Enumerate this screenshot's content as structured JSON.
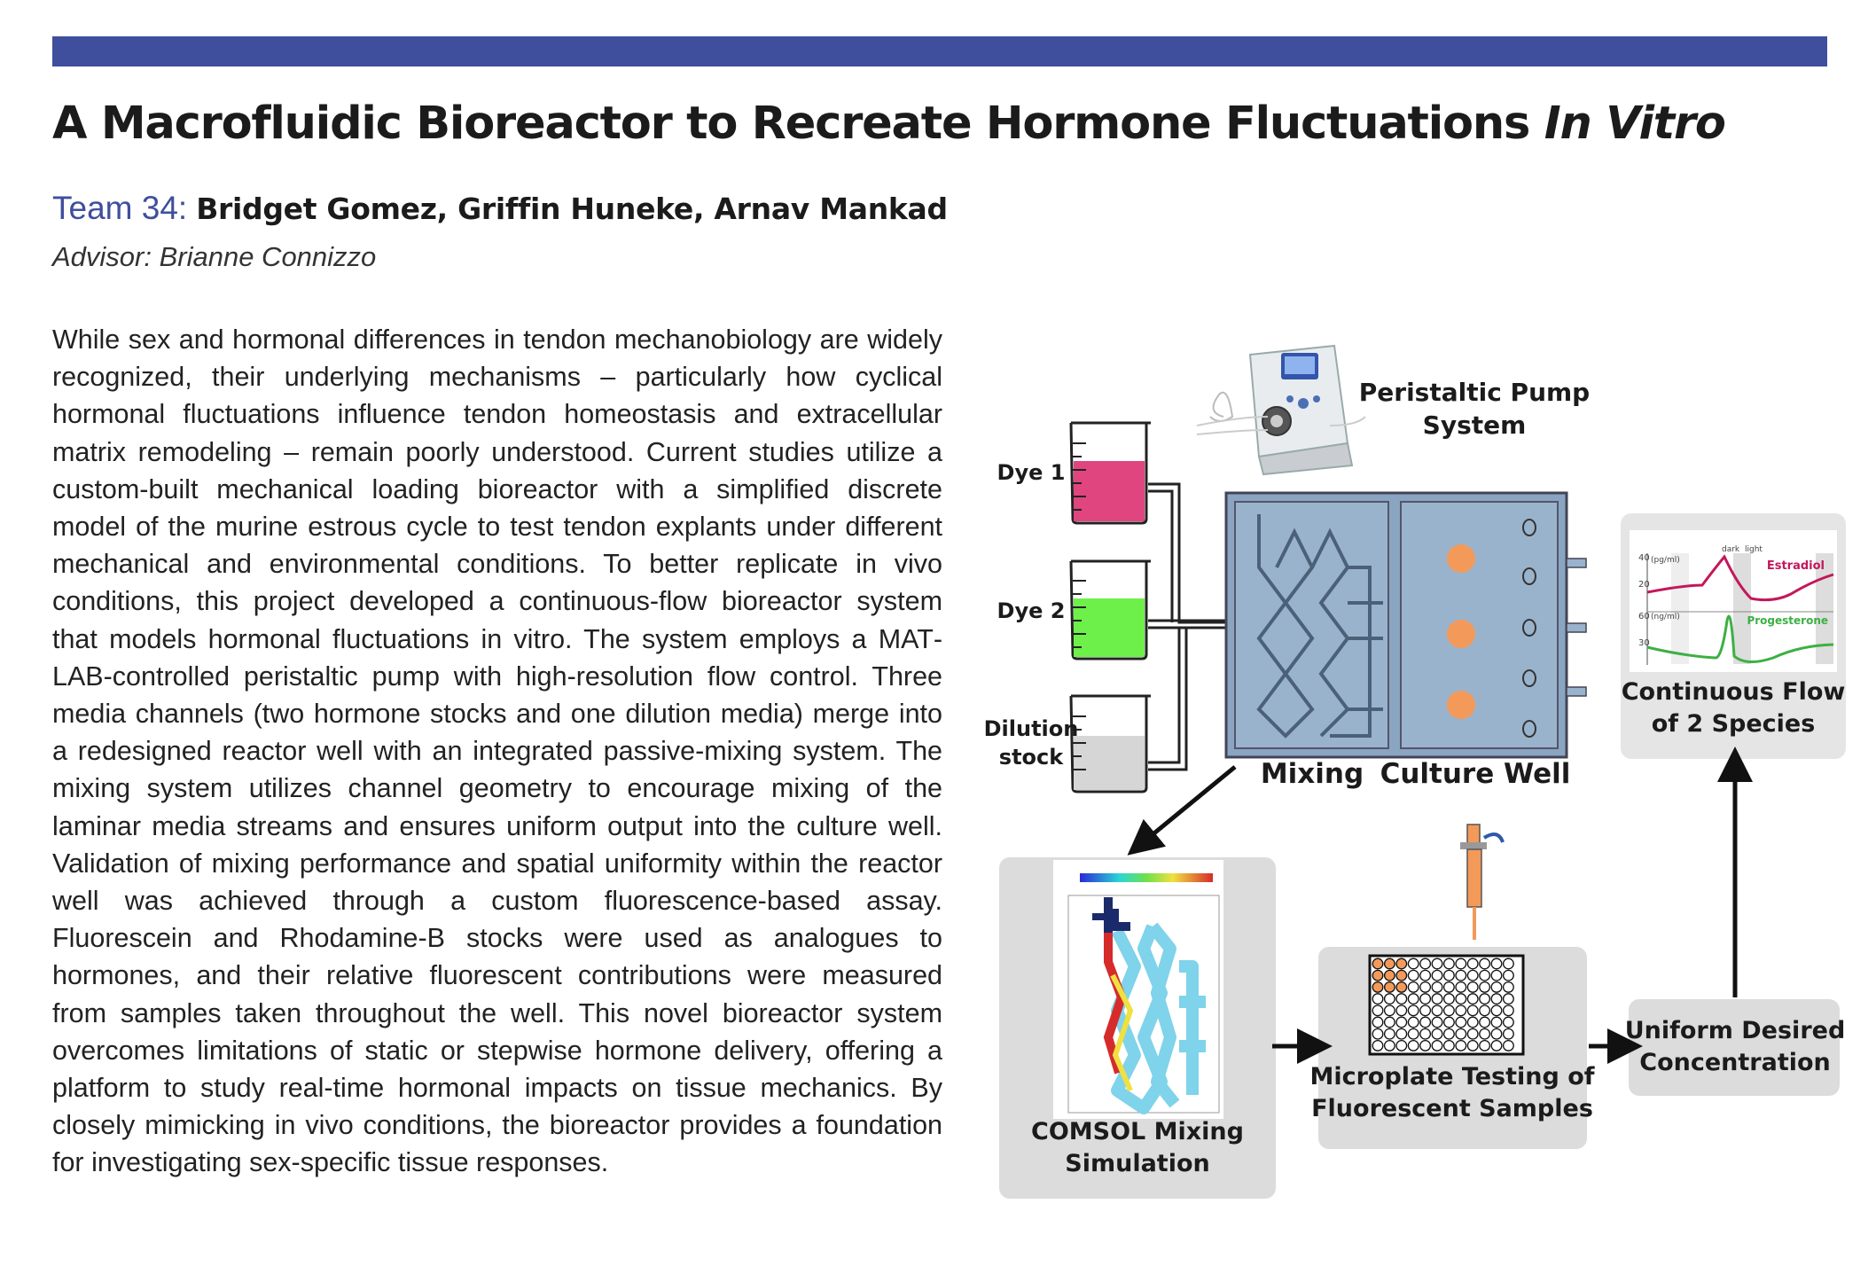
{
  "header": {
    "title_main": "A Macrofluidic Bioreactor to Recreate Hormone Fluctuations ",
    "title_italic": "In Vitro",
    "team_label": "Team 34:",
    "authors": "Bridget Gomez, Griffin Huneke, Arnav Mankad",
    "advisor": "Advisor: Brianne Connizzo"
  },
  "abstract": "While sex and hormonal differences in tendon mechanobiology are widely recognized, their underlying mechanisms – particularly how cycli­cal hormonal fluctuations influence tendon homeostasis and extracellu­lar matrix remodeling – remain poorly understood. Current studies utilize a custom-built mechanical loading bioreactor with a simplified discrete model of the murine estrous cycle to test tendon explants under differ­ent mechanical and environmental conditions. To better replicate in vivo conditions, this project developed a continuous-flow bioreactor system that models hormonal fluctuations in vitro. The system employs a MAT­LAB-controlled peristaltic pump with high-resolution flow control. Three media channels (two hormone stocks and one dilution media) merge into a redesigned reactor well with an integrated passive-mixing system. The mixing system utilizes channel geometry to encourage mixing of the laminar media streams and ensures uniform output into the culture well. Validation of mixing performance and spatial uniformity within the reactor well was achieved through a custom fluorescence-based as­say. Fluorescein and Rhodamine-B stocks were used as analogues to hormones, and their relative fluorescent contributions were measured from samples taken throughout the well. This novel bioreactor system overcomes limitations of static or stepwise hormone delivery, offering a platform to study real-time hormonal impacts on tissue mechanics. By closely mimicking in vivo conditions, the bioreactor provides a founda­tion for investigating sex-specific tissue responses.",
  "figure": {
    "pump_label_1": "Peristaltic Pump",
    "pump_label_2": "System",
    "dye1": "Dye 1",
    "dye2": "Dye 2",
    "dilution_1": "Dilution",
    "dilution_2": "stock",
    "mixing": "Mixing",
    "culture_well": "Culture Well",
    "comsol_1": "COMSOL Mixing",
    "comsol_2": "Simulation",
    "microplate_1": "Microplate Testing of",
    "microplate_2": "Fluorescent Samples",
    "uniform_1": "Uniform Desired",
    "uniform_2": "Concentration",
    "continuous_1": "Continuous Flow",
    "continuous_2": "of 2 Species",
    "plot": {
      "dark": "dark",
      "light": "light",
      "unit_top": "(pg/ml)",
      "unit_bottom": "(ng/ml)",
      "y40": "40",
      "y20": "20",
      "y60": "60",
      "y30": "30",
      "estradiol": "Estradiol",
      "progesterone": "Progesterone"
    },
    "colors": {
      "dye1": "#e0457f",
      "dye2": "#6ef04a",
      "dilution": "#d6d6d6",
      "reactor": "#8aa5c2",
      "well_dot": "#f39a5a",
      "estradiol": "#c2185b",
      "progesterone": "#3cb043"
    }
  }
}
